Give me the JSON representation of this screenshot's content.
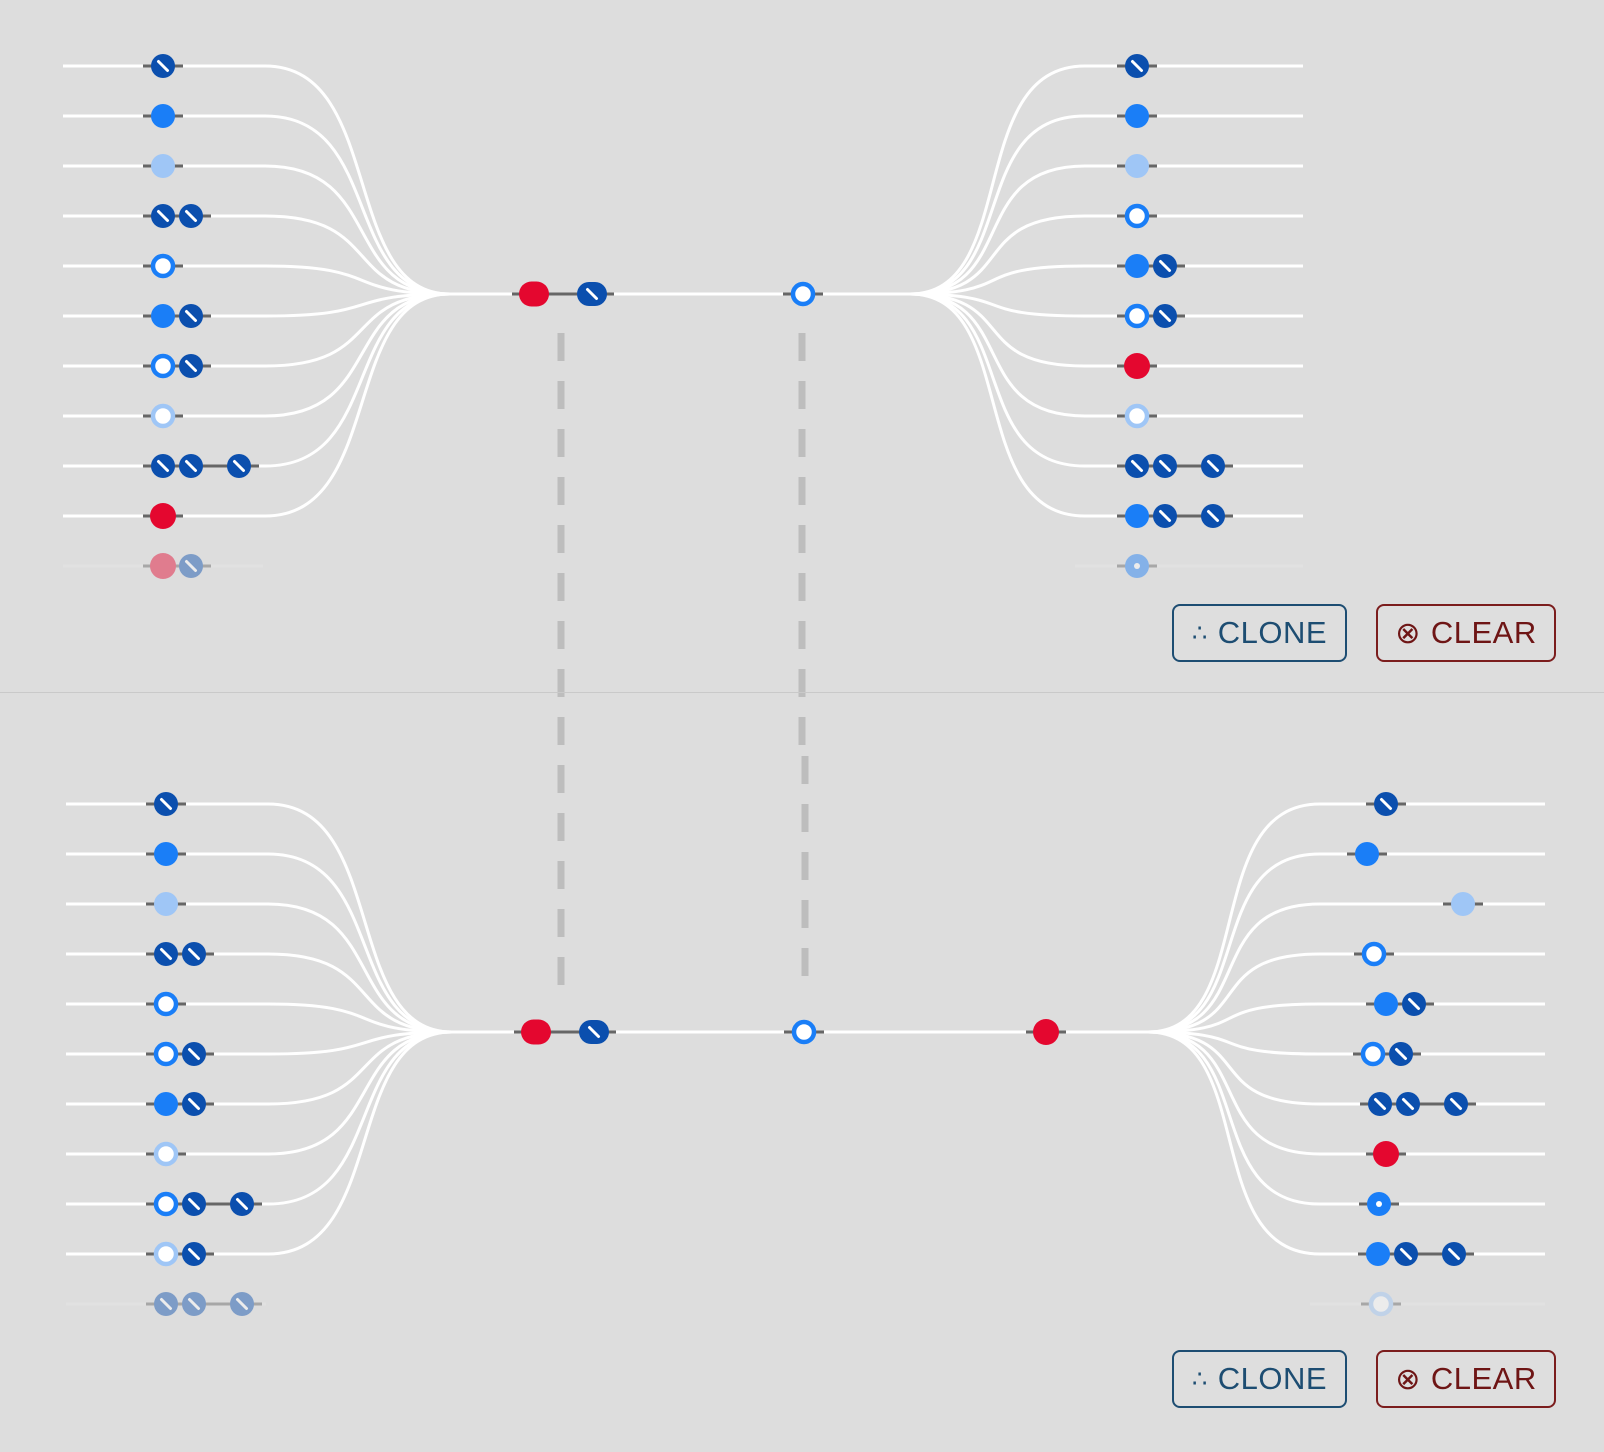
{
  "buttons": {
    "clone_icon": "∴",
    "clone_label": "CLONE",
    "clear_icon": "⊗",
    "clear_label": "CLEAR"
  },
  "colors": {
    "background": "#dddddd",
    "wire": "#ffffff",
    "wire_faded": "#e6e6e6",
    "stem": "#666666",
    "dark_blue": "#0b4fae",
    "blue": "#1a7ef7",
    "light_blue": "#9fc6f6",
    "red": "#e4072f",
    "connector": "#bdbdbd",
    "clone_border": "#1d4d72",
    "clear_border": "#7b1d1d"
  },
  "token_kinds": {
    "D": "dark-blue slashed token",
    "B": "solid blue token",
    "L": "light-blue token",
    "O": "blue ring token",
    "W": "light-blue ring token",
    "P": "blue dotted token",
    "R": "red token"
  },
  "panels": [
    {
      "name": "top",
      "left_rows": [
        [
          "D"
        ],
        [
          "B"
        ],
        [
          "L"
        ],
        [
          "D",
          "D"
        ],
        [
          "O"
        ],
        [
          "B",
          "D"
        ],
        [
          "O",
          "D"
        ],
        [
          "W"
        ],
        [
          "D",
          "D",
          "D"
        ],
        [
          "R"
        ],
        [
          "R",
          "D"
        ]
      ],
      "left_last_faded": true,
      "trunk_tokens": [
        "R",
        "D",
        "O"
      ],
      "right_rows": [
        [
          "D"
        ],
        [
          "B"
        ],
        [
          "L"
        ],
        [
          "O"
        ],
        [
          "B",
          "D"
        ],
        [
          "O",
          "D"
        ],
        [
          "R"
        ],
        [
          "W"
        ],
        [
          "D",
          "D",
          "D"
        ],
        [
          "B",
          "D",
          "D"
        ],
        [
          "P"
        ]
      ],
      "right_last_faded": true
    },
    {
      "name": "bottom",
      "left_rows": [
        [
          "D"
        ],
        [
          "B"
        ],
        [
          "L"
        ],
        [
          "D",
          "D"
        ],
        [
          "O"
        ],
        [
          "O",
          "D"
        ],
        [
          "B",
          "D"
        ],
        [
          "W"
        ],
        [
          "O",
          "D",
          "D"
        ],
        [
          "W",
          "D"
        ],
        [
          "D",
          "D",
          "D"
        ]
      ],
      "left_last_faded": true,
      "trunk_tokens": [
        "R",
        "D",
        "O",
        "R"
      ],
      "right_rows": [
        [
          "D"
        ],
        [
          "B"
        ],
        [
          "L"
        ],
        [
          "O"
        ],
        [
          "B",
          "D"
        ],
        [
          "O",
          "D"
        ],
        [
          "D",
          "D",
          "D"
        ],
        [
          "R"
        ],
        [
          "P"
        ],
        [
          "B",
          "D",
          "D"
        ],
        [
          "W"
        ]
      ],
      "right_last_faded": true
    }
  ]
}
